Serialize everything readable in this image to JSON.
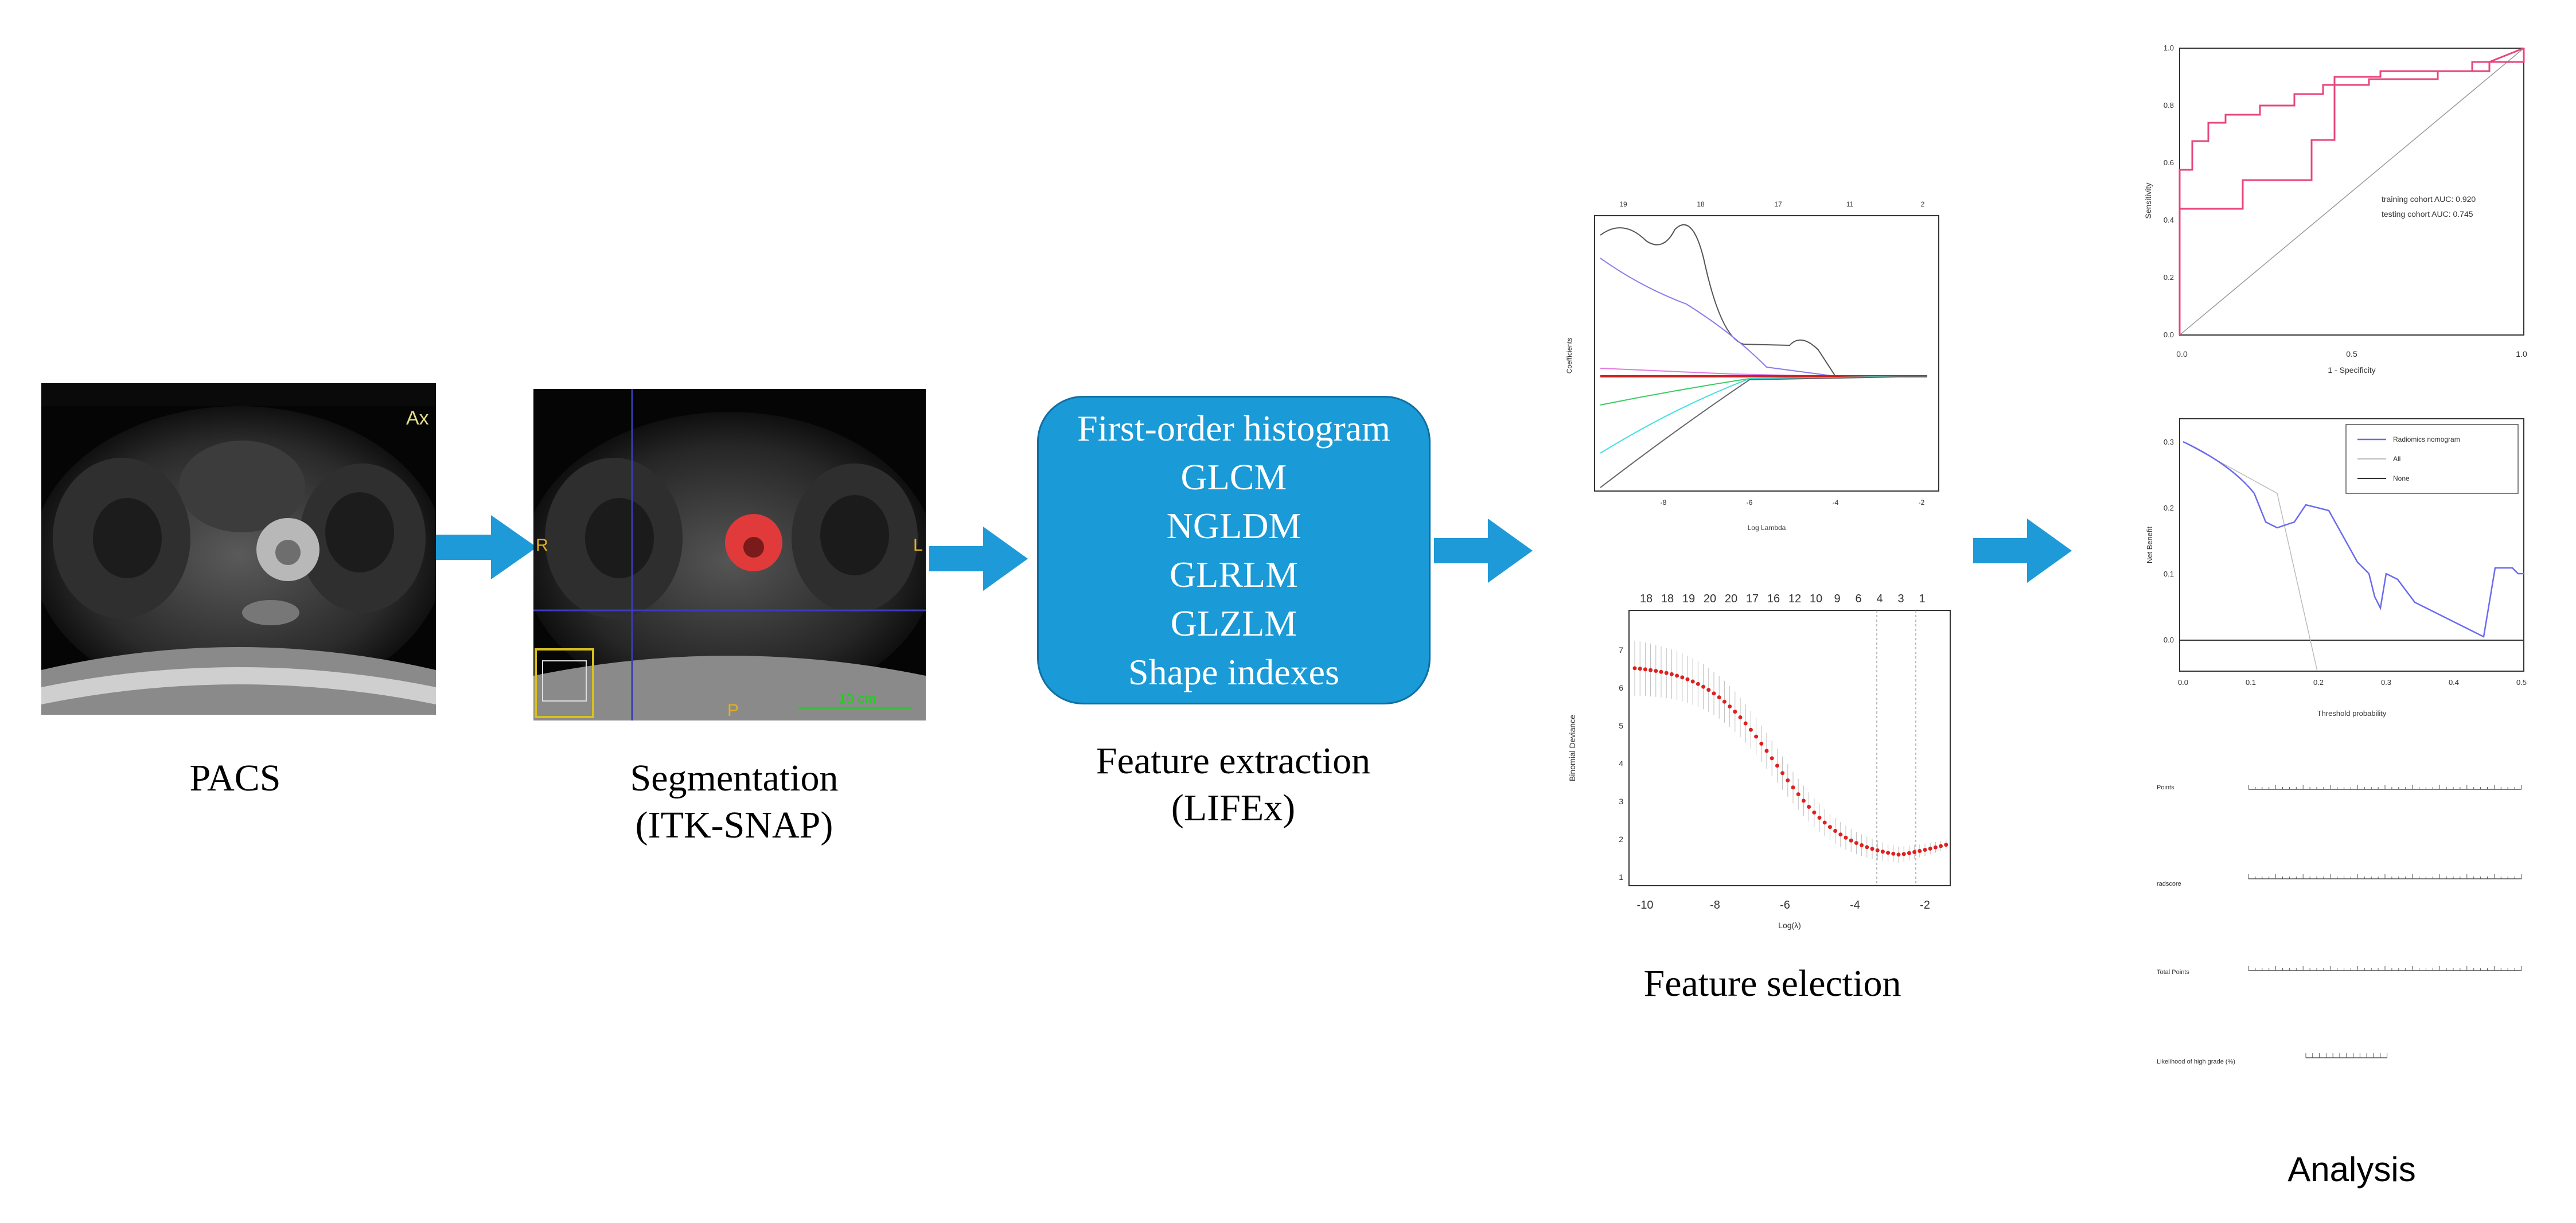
{
  "steps": {
    "pacs": {
      "caption": "PACS",
      "overlay_text": "Ax"
    },
    "segmentation": {
      "caption_line1": "Segmentation",
      "caption_line2": "(ITK-SNAP)",
      "label_r": "R",
      "label_l": "L",
      "label_p": "P",
      "scale_text": "10 cm"
    },
    "feature_extraction": {
      "caption_line1": "Feature extraction",
      "caption_line2": "(LIFEx)",
      "items": [
        "First-order histogram",
        "GLCM",
        "NGLDM",
        "GLRLM",
        "GLZLM",
        "Shape indexes"
      ]
    },
    "feature_selection": {
      "caption": "Feature selection",
      "coef_plot": {
        "top_ticks": [
          "19",
          "18",
          "17",
          "11",
          "2"
        ],
        "xlabel": "Log Lambda",
        "ylabel": "Coefficients",
        "x_ticks": [
          "-8",
          "-6",
          "-4",
          "-2"
        ]
      },
      "cv_plot": {
        "top_ticks": [
          "18",
          "18",
          "19",
          "20",
          "20",
          "17",
          "16",
          "12",
          "10",
          "9",
          "6",
          "4",
          "3",
          "1"
        ],
        "xlabel": "Log(λ)",
        "ylabel": "Binomial Deviance",
        "x_ticks": [
          "-10",
          "-8",
          "-6",
          "-4",
          "-2"
        ],
        "y_ticks": [
          "1",
          "2",
          "3",
          "4",
          "5",
          "6",
          "7"
        ]
      }
    },
    "analysis": {
      "caption": "Analysis",
      "roc": {
        "ylabel": "Sensitivity",
        "xlabel": "1 - Specificity",
        "legend_train": "training cohort AUC: 0.920",
        "legend_test": "testing cohort AUC: 0.745",
        "x_ticks": [
          "0.0",
          "0.5",
          "1.0"
        ],
        "y_ticks": [
          "0.0",
          "0.2",
          "0.4",
          "0.6",
          "0.8",
          "1.0"
        ]
      },
      "dca": {
        "ylabel": "Net Benefit",
        "xlabel": "Threshold probability",
        "legend": [
          "Radiomics nomogram",
          "All",
          "None"
        ],
        "x_ticks": [
          "0.0",
          "0.1",
          "0.2",
          "0.3",
          "0.4",
          "0.5"
        ],
        "y_ticks": [
          "0.0",
          "0.1",
          "0.2",
          "0.3"
        ]
      },
      "nomogram": {
        "rows": [
          "Points",
          "radscore",
          "Total Points",
          "Likelihood of high grade (%)"
        ]
      }
    }
  },
  "colors": {
    "arrow": "#1f9ad8",
    "box": "#1a9ad6",
    "roc_line": "#e8457a"
  }
}
